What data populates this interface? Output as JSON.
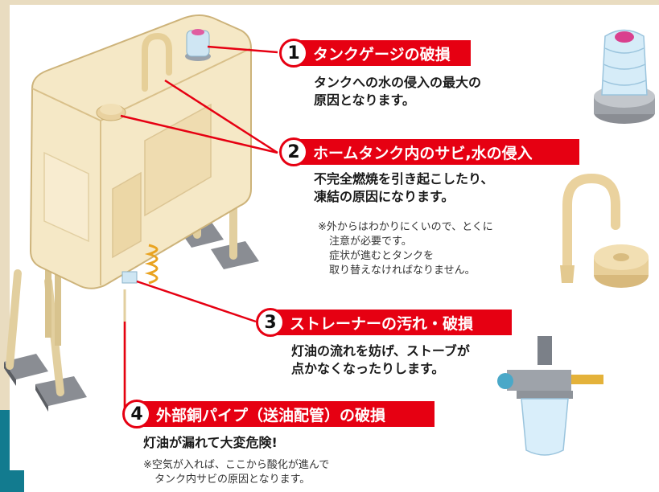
{
  "colors": {
    "accent": "#e60012",
    "tank": "#f5e8c6",
    "tank_shade": "#dcc594",
    "base": "#8a8d93"
  },
  "callouts": [
    {
      "number": "1",
      "title": "タンクゲージの破損",
      "lines": [
        "タンクへの水の侵入の最大の",
        "原因となります。"
      ]
    },
    {
      "number": "2",
      "title": "ホームタンク内のサビ,水の侵入",
      "lines": [
        "不完全燃焼を引き起こしたり、",
        "凍結の原因になります。"
      ],
      "note": [
        "※外からはわかりにくいので、とくに",
        "注意が必要です。",
        "症状が進むとタンクを",
        "取り替えなければなりません。"
      ]
    },
    {
      "number": "3",
      "title": "ストレーナーの汚れ・破損",
      "lines": [
        "灯油の流れを妨げ、ストーブが",
        "点かなくなったりします。"
      ]
    },
    {
      "number": "4",
      "title": "外部銅パイプ（送油配管）の破損",
      "lines": [
        "灯油が漏れて大変危険!"
      ],
      "note": [
        "※空気が入れば、ここから酸化が進んで",
        "タンク内サビの原因となります。"
      ]
    }
  ],
  "icons": {
    "gauge": "tank-gauge-icon",
    "pipe": "vent-pipe-icon",
    "cap": "oil-cap-icon",
    "strainer": "strainer-icon"
  }
}
